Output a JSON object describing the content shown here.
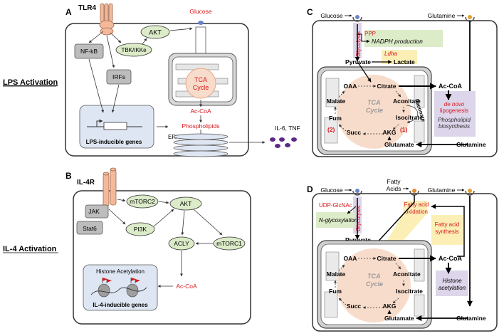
{
  "side_labels": {
    "lps": "LPS Activation",
    "il4": "IL-4 Activation"
  },
  "panel_letters": {
    "a": "A",
    "b": "B",
    "c": "C",
    "d": "D"
  },
  "panel_a": {
    "receptor": "TLR4",
    "glucose": "Glucose",
    "akt": "AKT",
    "tbk": "TBK/IKKe",
    "nfkb": "NF-kB",
    "irfs": "IRFs",
    "tca_line1": "TCA",
    "tca_line2": "Cycle",
    "acoa": "Ac-CoA",
    "phospholipids": "Phospholipids",
    "er_golgi": "ER/Golgi",
    "genes": "LPS-inducible genes",
    "cytokines": "IL-6, TNF"
  },
  "panel_b": {
    "receptor": "IL-4R",
    "jak": "JAK",
    "stat6": "Stat6",
    "mtorc2": "mTORC2",
    "akt": "AKT",
    "pi3k": "PI3K",
    "acly": "ACLY",
    "mtorc1": "mTORC1",
    "acoa": "Ac-CoA",
    "histone": "Histone Acetylation",
    "genes": "IL-4-inducible genes"
  },
  "panel_c": {
    "glucose": "Glucose",
    "glutamine_top": "Glutamine",
    "glycolysis": "Glycolysis",
    "ppp": "PPP",
    "nadph": "NADPH production",
    "pyruvate": "Pyruvate",
    "ldha": "Ldha",
    "lactate": "Lactate",
    "citrate": "Citrate",
    "oaa": "OAA",
    "aconitate": "Aconitate",
    "malate": "Malate",
    "tca_line1": "TCA",
    "tca_line2": "Cycle",
    "itaconate": "Itaconate",
    "isocitrate": "Isocitrate",
    "fum": "Fum",
    "succ": "Succ",
    "akg": "AKG",
    "mark2": "(2)",
    "mark1": "(1)",
    "acoa": "Ac-CoA",
    "denovo1": "de novo",
    "denovo2": "lipogenesis",
    "phospho1": "Phospholipid",
    "phospho2": "biosynthesis",
    "glutamate": "Glutamate",
    "glutamine_bottom": "Glutamine"
  },
  "panel_d": {
    "glucose": "Glucose",
    "fatty1": "Fatty",
    "fatty2": "Acids",
    "glutamine_top": "Glutamine",
    "udp": "UDP-GlcNAc",
    "nglyc": "N-glycosylation",
    "glycolysis": "Glycolysis",
    "fao1": "Fatty acid",
    "fao2": "oxidation",
    "pyruvate": "Pyruvate",
    "fas1": "Fatty acid",
    "fas2": "synthesis",
    "oaa": "OAA",
    "citrate": "Citrate",
    "acoa": "Ac-CoA",
    "malate": "Malate",
    "aconitate": "Aconitate",
    "tca_line1": "TCA",
    "tca_line2": "Cycle",
    "fum": "Fum",
    "isocitrate": "Isocitrate",
    "histone1": "Histone",
    "histone2": "acetylation",
    "succ": "Succ",
    "akg": "AKG",
    "glutamate": "Glutamate",
    "glutamine_bottom": "Glutamine"
  },
  "colors": {
    "red": "#d7191c",
    "green_box": "#dcebc8",
    "purple_box": "#ddd5ea",
    "yellow_box": "#fbefb6",
    "peach_circle": "#f8dccb",
    "blue_box": "#dfe6f3",
    "gray_box": "#bdbdbd",
    "receptor": "#f4b99a"
  }
}
